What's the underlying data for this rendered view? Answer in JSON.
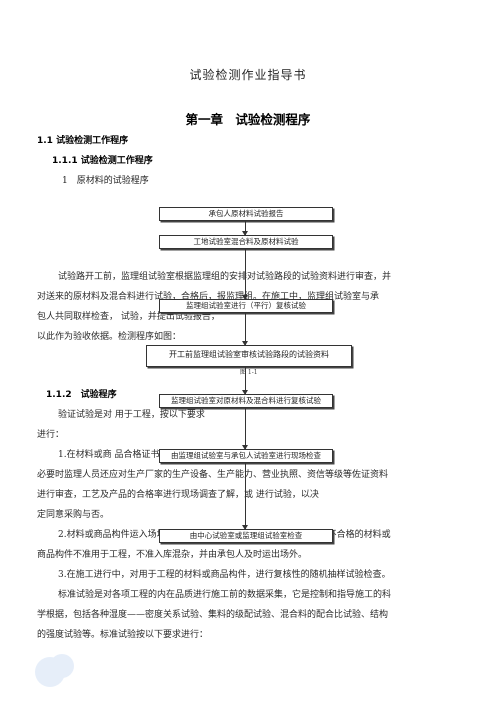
{
  "doc": {
    "title": "试验检测作业指导书",
    "chapter_number": "第一章",
    "chapter_title": "试验检测程序",
    "section": "1.1 试验检测工作程序",
    "subsection": "1.1.1 试验检测工作程序",
    "list_item": "1　原材料的试验程序",
    "subsection_2": "1.1.2　试验程序"
  },
  "paragraphs": [
    "试验路开工前，监理组试验室根据监理组的安排对试验路段的试验资料进行审查，并",
    "对送来的原材料及混合料进行试验，合格后，报监理组。在施工中，监理组试验室与承",
    "包人共同取样检查，                                                            试验，并提出试验报告，",
    "以此作为验收依据。检测程序如图：",
    "验证试验是对                                                                    用于工程，按以下要求",
    "进行：",
    "1.在材料或商                                                            品合格证书及试验报告，",
    "必要时监理人员还应对生产厂家的生产设备、生产能力、营业执照、资信等级等佐证资料",
    "进行审查，工艺及产品的合格率进行现场调查了解，或                      进行试验，以决",
    "定同意采购与否。",
    "2.材料或商品构件运入场地后，按规定的批量和频率进行抽样试验，不合格的材料或",
    "商品构件不准用于工程，不准入库混杂，并由承包人及时运出场外。",
    "3.在施工进行中，对用于工程的材料或商品构件，进行复核性的随机抽样试验检查。",
    "标准试验是对各项工程的内在品质进行施工前的数据采集，它是控制和指导施工的科",
    "学根据，包括各种湿度——密度关系试验、集料的级配试验、混合料的配合比试验、结构",
    "的强度试验等。标准试验按以下要求进行："
  ],
  "flowchart": {
    "steps": [
      "承包人原材料试验报告",
      "工地试验室混合料及原材料试验",
      "监理组试验室进行（平行）复核试验",
      "开工前监理组试验室审核试验路段的试验资料",
      "监理组试验室对原材料及混合料进行复核试验",
      "由监理组试验室与承包人试验室进行现场检查",
      "由中心试验室或监理组试验室检查"
    ],
    "partial_label": "图 1-1"
  }
}
